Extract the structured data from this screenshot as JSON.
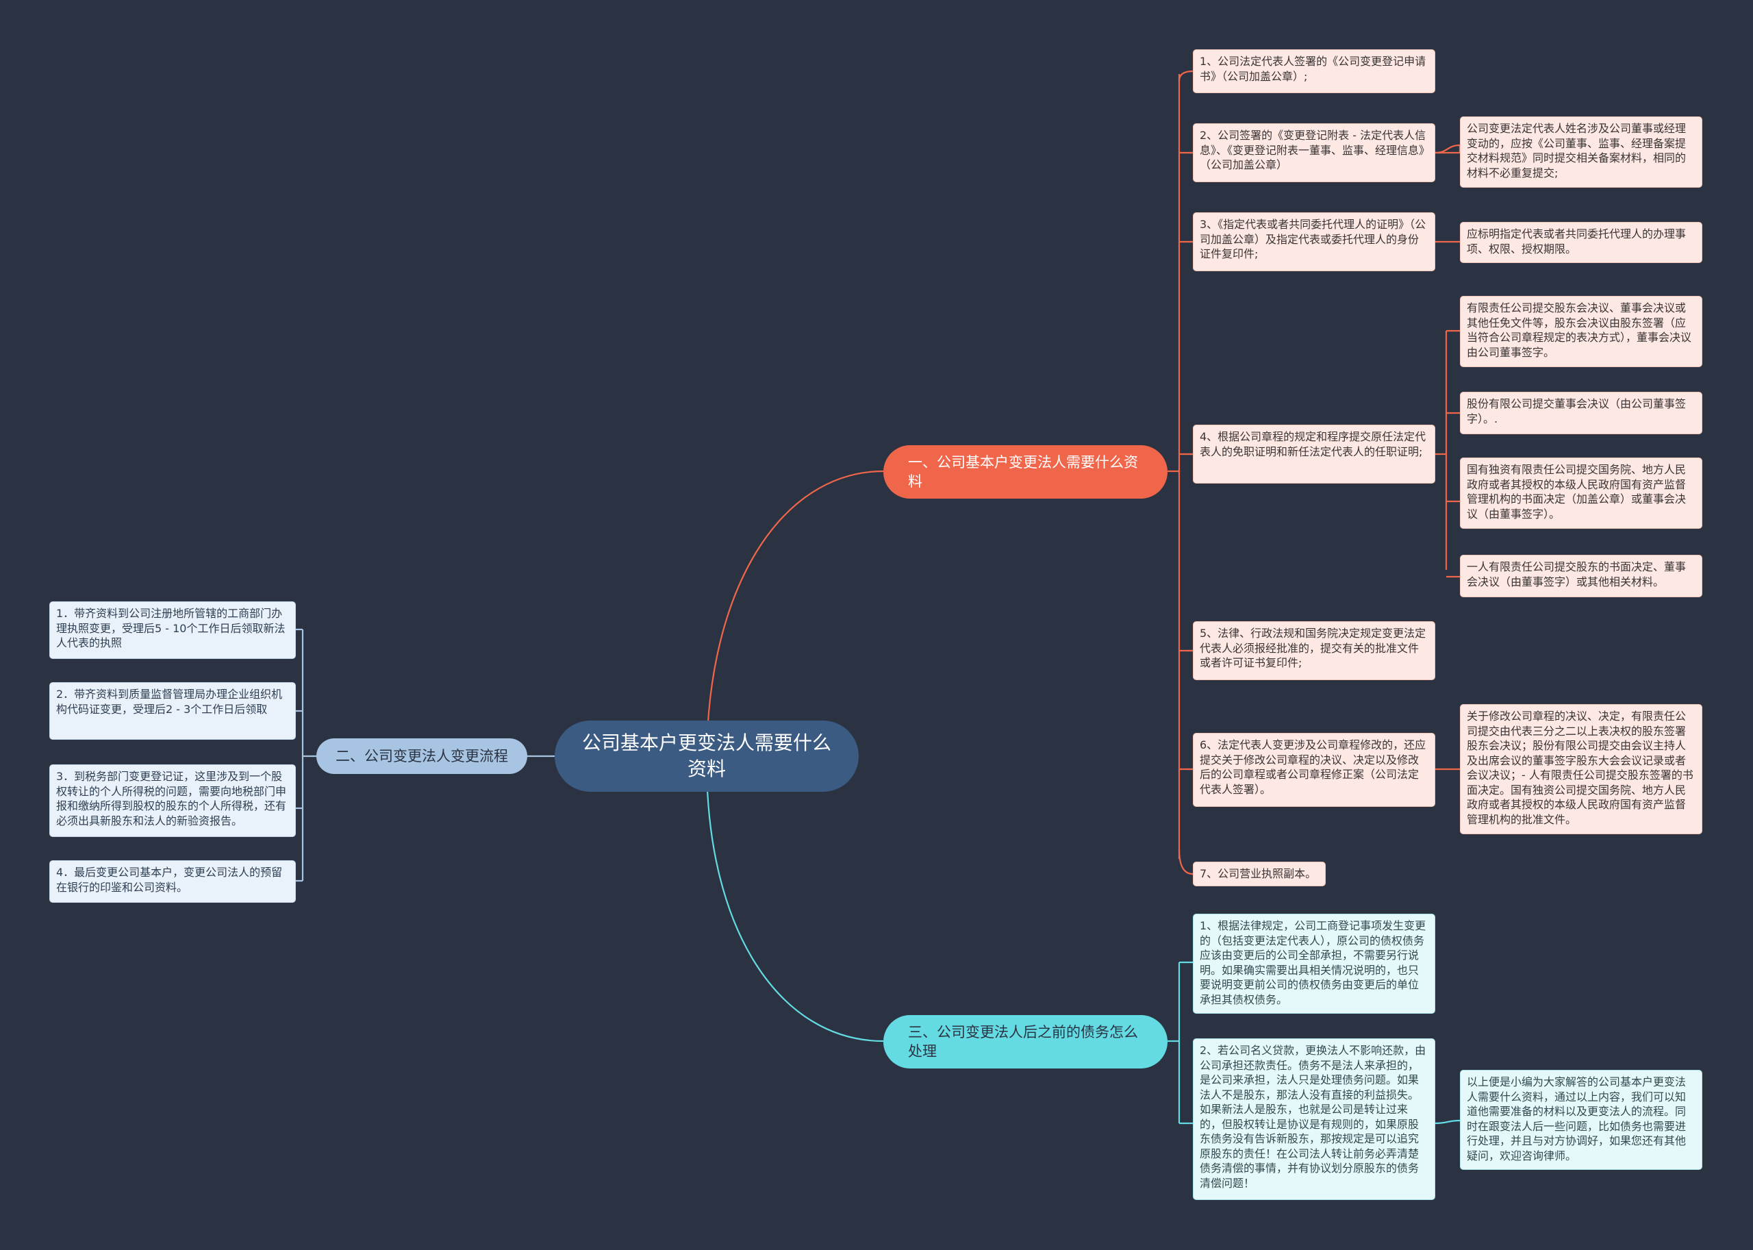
{
  "root": {
    "label": "公司基本户更变法人需要什么资料"
  },
  "branches": [
    {
      "label": "一、公司基本户变更法人需要什么资料",
      "items": [
        {
          "text": "1、公司法定代表人签署的《公司变更登记申请书》（公司加盖公章）;",
          "notes": []
        },
        {
          "text": "2、公司签署的《变更登记附表 - 法定代表人信息》、《变更登记附表一董事、监事、经理信息》（公司加盖公章）",
          "notes": [
            "公司变更法定代表人姓名涉及公司董事或经理变动的，应按《公司董事、监事、经理备案提交材料规范》同时提交相关备案材料，相同的材料不必重复提交;"
          ]
        },
        {
          "text": "3、《指定代表或者共同委托代理人的证明》（公司加盖公章）及指定代表或委托代理人的身份证件复印件;",
          "notes": [
            "应标明指定代表或者共同委托代理人的办理事项、权限、授权期限。"
          ]
        },
        {
          "text": "4、根据公司章程的规定和程序提交原任法定代表人的免职证明和新任法定代表人的任职证明;",
          "notes": [
            "有限责任公司提交股东会决议、董事会决议或其他任免文件等，股东会决议由股东签署（应当符合公司章程规定的表决方式），董事会决议由公司董事签字。",
            "股份有限公司提交董事会决议（由公司董事签字）。.",
            "国有独资有限责任公司提交国务院、地方人民政府或者其授权的本级人民政府国有资产监督管理机构的书面决定（加盖公章）或董事会决议（由董事签字）。",
            "一人有限责任公司提交股东的书面决定、董事会决议（由董事签字）或其他相关材料。"
          ]
        },
        {
          "text": "5、法律、行政法规和国务院决定规定变更法定代表人必须报经批准的，提交有关的批准文件或者许可证书复印件;",
          "notes": []
        },
        {
          "text": "6、法定代表人变更涉及公司章程修改的，还应提交关于修改公司章程的决议、决定以及修改后的公司章程或者公司章程修正案（公司法定代表人签署）。",
          "notes": [
            "关于修改公司章程的决议、决定，有限责任公司提交由代表三分之二以上表决权的股东签署股东会决议；股份有限公司提交由会议主持人及出席会议的董事签字股东大会会议记录或者会议决议；- 人有限责任公司提交股东签署的书面决定。国有独资公司提交国务院、地方人民政府或者其授权的本级人民政府国有资产监督管理机构的批准文件。"
          ]
        },
        {
          "text": "7、公司营业执照副本。",
          "notes": []
        }
      ]
    },
    {
      "label": "二、公司变更法人变更流程",
      "items": [
        {
          "text": "1．带齐资料到公司注册地所管辖的工商部门办理执照变更，受理后5 - 10个工作日后领取新法人代表的执照"
        },
        {
          "text": "2．带齐资料到质量监督管理局办理企业组织机构代码证变更，受理后2 - 3个工作日后领取"
        },
        {
          "text": "3．到税务部门变更登记证，这里涉及到一个股权转让的个人所得税的问题，需要向地税部门申报和缴纳所得到股权的股东的个人所得税，还有必须出具新股东和法人的新验资报告。"
        },
        {
          "text": "4．最后变更公司基本户，变更公司法人的预留在银行的印鉴和公司资料。"
        }
      ]
    },
    {
      "label": "三、公司变更法人后之前的债务怎么处理",
      "items": [
        {
          "text": "1、根据法律规定，公司工商登记事项发生变更的（包括变更法定代表人），原公司的债权债务应该由变更后的公司全部承担，不需要另行说明。如果确实需要出具相关情况说明的，也只要说明变更前公司的债权债务由变更后的单位承担其债权债务。",
          "notes": []
        },
        {
          "text": "2、若公司名义贷款，更换法人不影响还款，由公司承担还款责任。债务不是法人来承担的，是公司来承担，法人只是处理债务问题。如果法人不是股东，那法人没有直接的利益损失。如果新法人是股东，也就是公司是转让过来的，但股权转让是协议是有规则的，如果原股东债务没有告诉新股东，那按规定是可以追究原股东的责任！在公司法人转让前务必弄清楚债务清偿的事情，并有协议划分原股东的债务清偿问题！",
          "notes": [
            "以上便是小编为大家解答的公司基本户更变法人需要什么资料，通过以上内容，我们可以知道他需要准备的材料以及更变法人的流程。同时在跟变法人后一些问题，比如债务也需要进行处理，并且与对方协调好，如果您还有其他疑问，欢迎咨询律师。"
          ]
        }
      ]
    }
  ],
  "colors": {
    "background": "#2b3342",
    "root": "#3c5b83",
    "branch1": "#f0664b",
    "branch2": "#a7c5e2",
    "branch3": "#64dbe2"
  }
}
